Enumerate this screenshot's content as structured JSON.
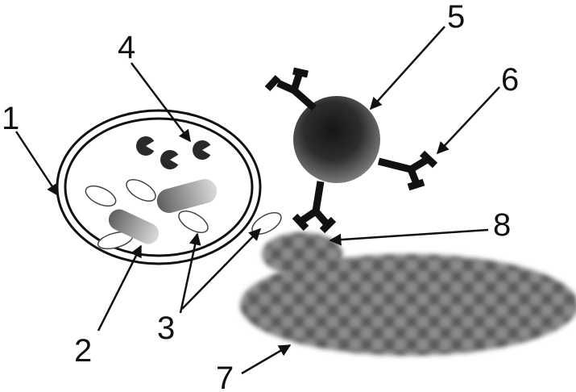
{
  "labels": {
    "l1": "1",
    "l2": "2",
    "l3": "3",
    "l4": "4",
    "l5": "5",
    "l6": "6",
    "l7": "7",
    "l8": "8"
  },
  "colors": {
    "line": "#111111",
    "particle": "#2a2a2a",
    "rod_light": "#d8d8d8",
    "rod_dark": "#6a6a6a",
    "ellipse_fill": "#ffffff",
    "cell_dark": "#5a5a5a",
    "cell_light": "#9a9a9a"
  }
}
